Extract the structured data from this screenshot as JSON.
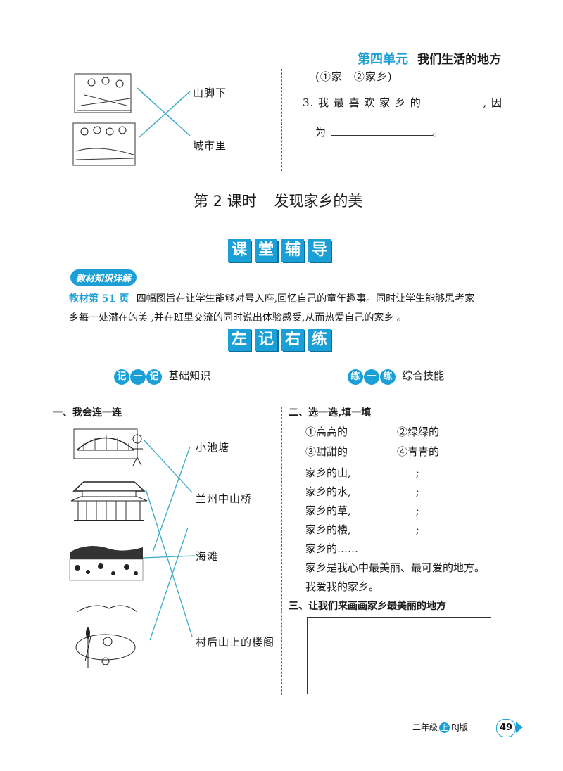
{
  "header": {
    "unit": "第四单元",
    "unit_title": "我们生活的地方"
  },
  "top_left": {
    "labels": [
      "山脚下",
      "城市里"
    ]
  },
  "top_right": {
    "options": "(①家　②家乡)",
    "q3_prefix": "3. 我 最 喜 欢 家 乡 的",
    "q3_mid": ", 因",
    "q3_line2_prefix": "为",
    "q3_end": "。"
  },
  "lesson": {
    "title_num": "第 2 课时",
    "title_text": "发现家乡的美"
  },
  "banner1": [
    "课",
    "堂",
    "辅",
    "导"
  ],
  "knowledge": {
    "pill": "教材知识详解",
    "page_ref": "教材第 51 页",
    "line1": "四幅图旨在让学生能够对号入座,回忆自己的童年趣事。同时让学生能够思考家",
    "line2": "乡每一处潜在的美 ,并在班里交流的同时说出体验感受,从而热爱自己的家乡 。"
  },
  "banner2": [
    "左",
    "记",
    "右",
    "练"
  ],
  "sections": {
    "left_pill": [
      "记",
      "一",
      "记"
    ],
    "left_label": "基础知识",
    "right_pill": [
      "练",
      "一",
      "练"
    ],
    "right_label": "综合技能"
  },
  "q1": {
    "title": "一、我会连一连",
    "labels": [
      "小池塘",
      "兰州中山桥",
      "海滩",
      "村后山上的楼阁"
    ]
  },
  "q2": {
    "title": "二、选一选,填一填",
    "options": [
      "①高高的",
      "②绿绿的",
      "③甜甜的",
      "④青青的"
    ],
    "fills": [
      "家乡的山,",
      "家乡的水,",
      "家乡的草,",
      "家乡的楼,"
    ],
    "fill_end": ";",
    "more": "家乡的……",
    "line_a": "家乡是我心中最美丽、最可爱的地方。",
    "line_b": "我爱我的家乡。"
  },
  "q3": {
    "title": "三、让我们来画画家乡最美丽的地方"
  },
  "footer": {
    "grade": "二年级",
    "term": "上",
    "edition": "RJ版",
    "page": "49"
  }
}
